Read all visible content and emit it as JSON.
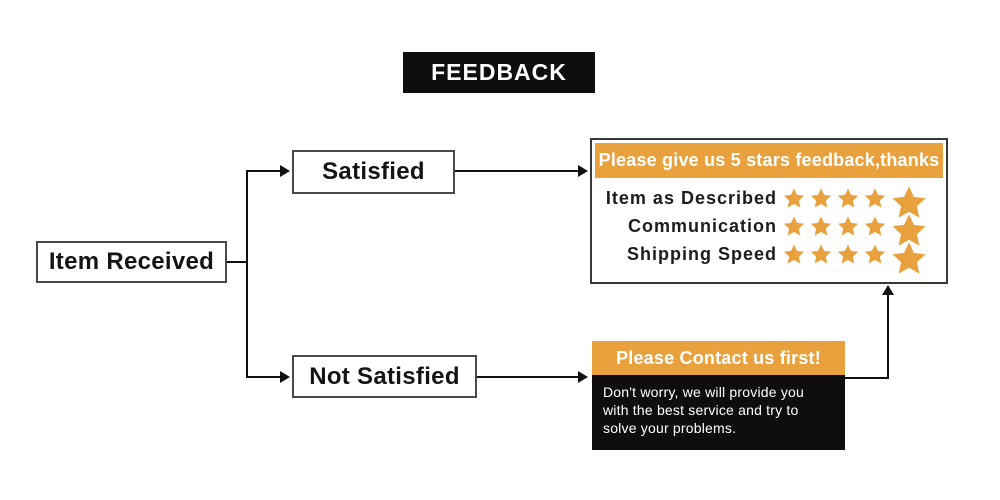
{
  "title": "FEEDBACK",
  "flow": {
    "item_received": "Item Received",
    "satisfied": "Satisfied",
    "not_satisfied": "Not Satisfied"
  },
  "rating_box": {
    "header": "Please give us 5 stars feedback,thanks",
    "rows": [
      {
        "label": "Item as Described",
        "stars": 5
      },
      {
        "label": "Communication",
        "stars": 5
      },
      {
        "label": "Shipping Speed",
        "stars": 5
      }
    ]
  },
  "contact_box": {
    "header": "Please Contact us first!",
    "body": "Don't worry, we will provide you\nwith the best service and try to\nsolve your problems."
  },
  "colors": {
    "accent_orange": "#E8A13C",
    "star_orange": "#E8A13C",
    "black": "#0E0E0E",
    "border_gray": "#4A4A4A"
  }
}
